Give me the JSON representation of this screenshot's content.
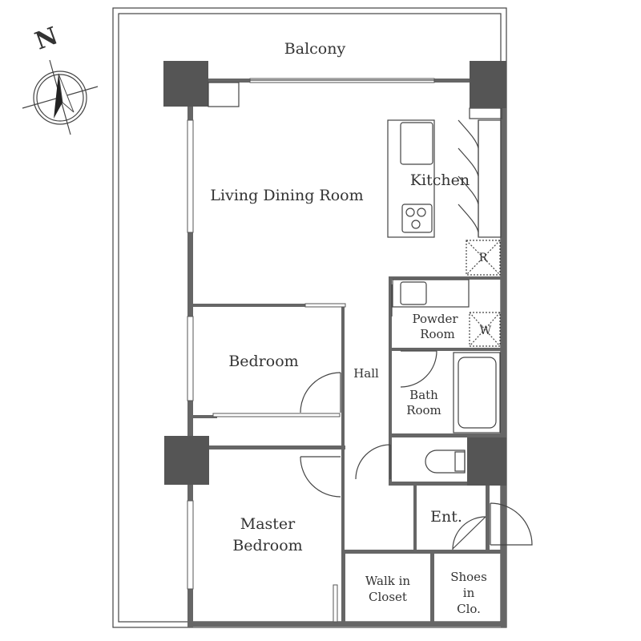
{
  "compass": {
    "north_letter": "N",
    "icon": "compass-icon"
  },
  "rooms": {
    "balcony": "Balcony",
    "living_dining": "Living Dining Room",
    "kitchen": "Kitchen",
    "refrigerator": "R",
    "washer": "W",
    "powder_room": [
      "Powder",
      "Room"
    ],
    "hall": "Hall",
    "bedroom": "Bedroom",
    "bath_room": [
      "Bath",
      "Room"
    ],
    "master_bedroom": [
      "Master",
      "Bedroom"
    ],
    "entrance": "Ent.",
    "walk_in_closet": [
      "Walk in",
      "Closet"
    ],
    "shoes_closet": [
      "Shoes",
      "in",
      "Clo."
    ]
  },
  "colors": {
    "wall": "#666666",
    "column": "#555555",
    "text": "#333333"
  }
}
